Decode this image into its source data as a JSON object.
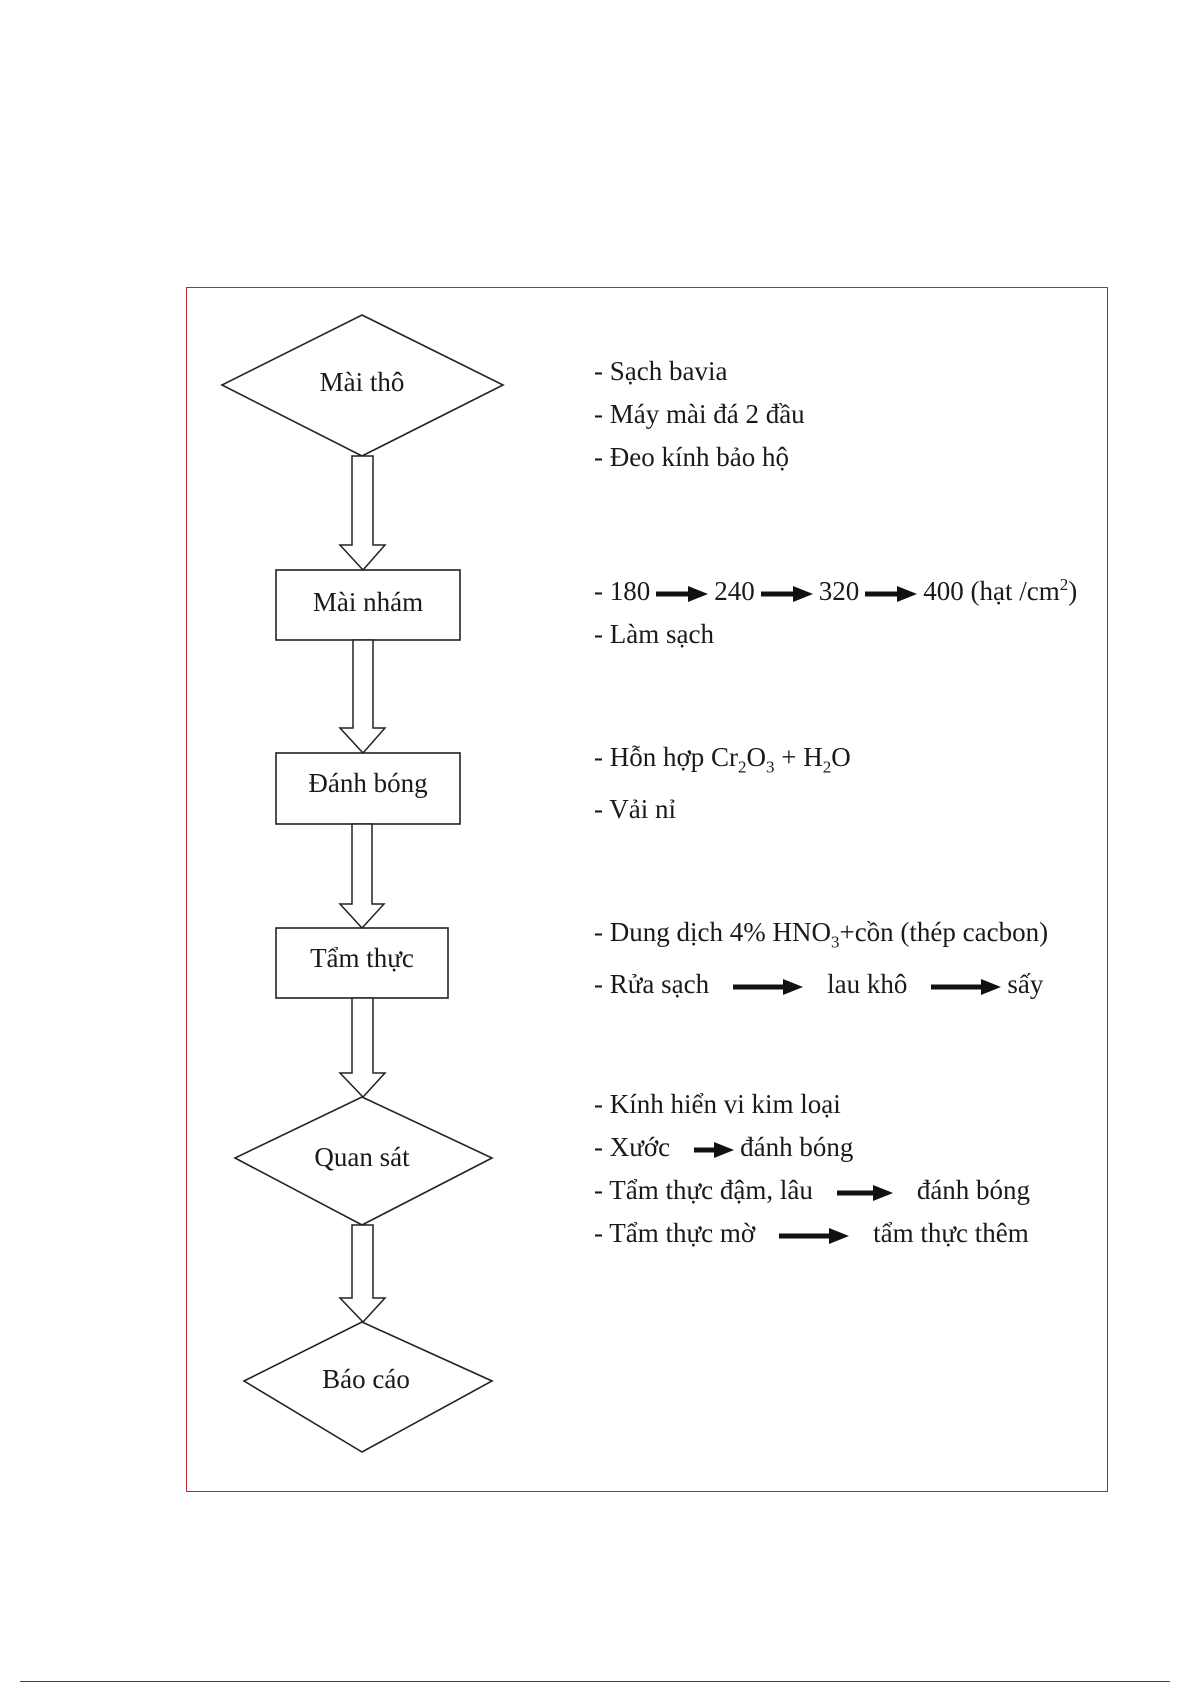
{
  "steps": [
    {
      "label": "Mài thô"
    },
    {
      "label": "Mài nhám"
    },
    {
      "label": "Đánh bóng"
    },
    {
      "label": "Tẩm thực"
    },
    {
      "label": "Quan sát"
    },
    {
      "label": "Báo cáo"
    }
  ],
  "notes": {
    "mai_tho": [
      "- Sạch bavia",
      "- Máy mài đá 2 đầu",
      "- Đeo kính bảo hộ"
    ],
    "mai_nham": {
      "grit_prefix": "- 180",
      "grit_2": "240",
      "grit_3": "320",
      "grit_4": "400 (hạt /cm",
      "grit_sup": "2",
      "grit_close": ")",
      "line2": "- Làm sạch"
    },
    "danh_bong": {
      "a": "- Hỗn hợp Cr",
      "a_sub": "2",
      "b": "O",
      "b_sub": "3",
      "c": " + H",
      "c_sub": "2",
      "d": "O",
      "line2": "- Vải nỉ"
    },
    "tam_thuc": {
      "a": "- Dung dịch 4% HNO",
      "a_sub": "3",
      "b": "+cồn (thép cacbon)",
      "rua": "- Rửa sạch",
      "lau": "lau khô",
      "say": "sấy"
    },
    "quan_sat": {
      "line1": "- Kính hiển vi kim loại",
      "xuoc": "- Xước",
      "xuoc_res": "đánh bóng",
      "dam": "- Tẩm thực đậm, lâu",
      "dam_res": "đánh bóng",
      "mo": "- Tẩm thực mờ",
      "mo_res": "tẩm thực thêm"
    }
  }
}
